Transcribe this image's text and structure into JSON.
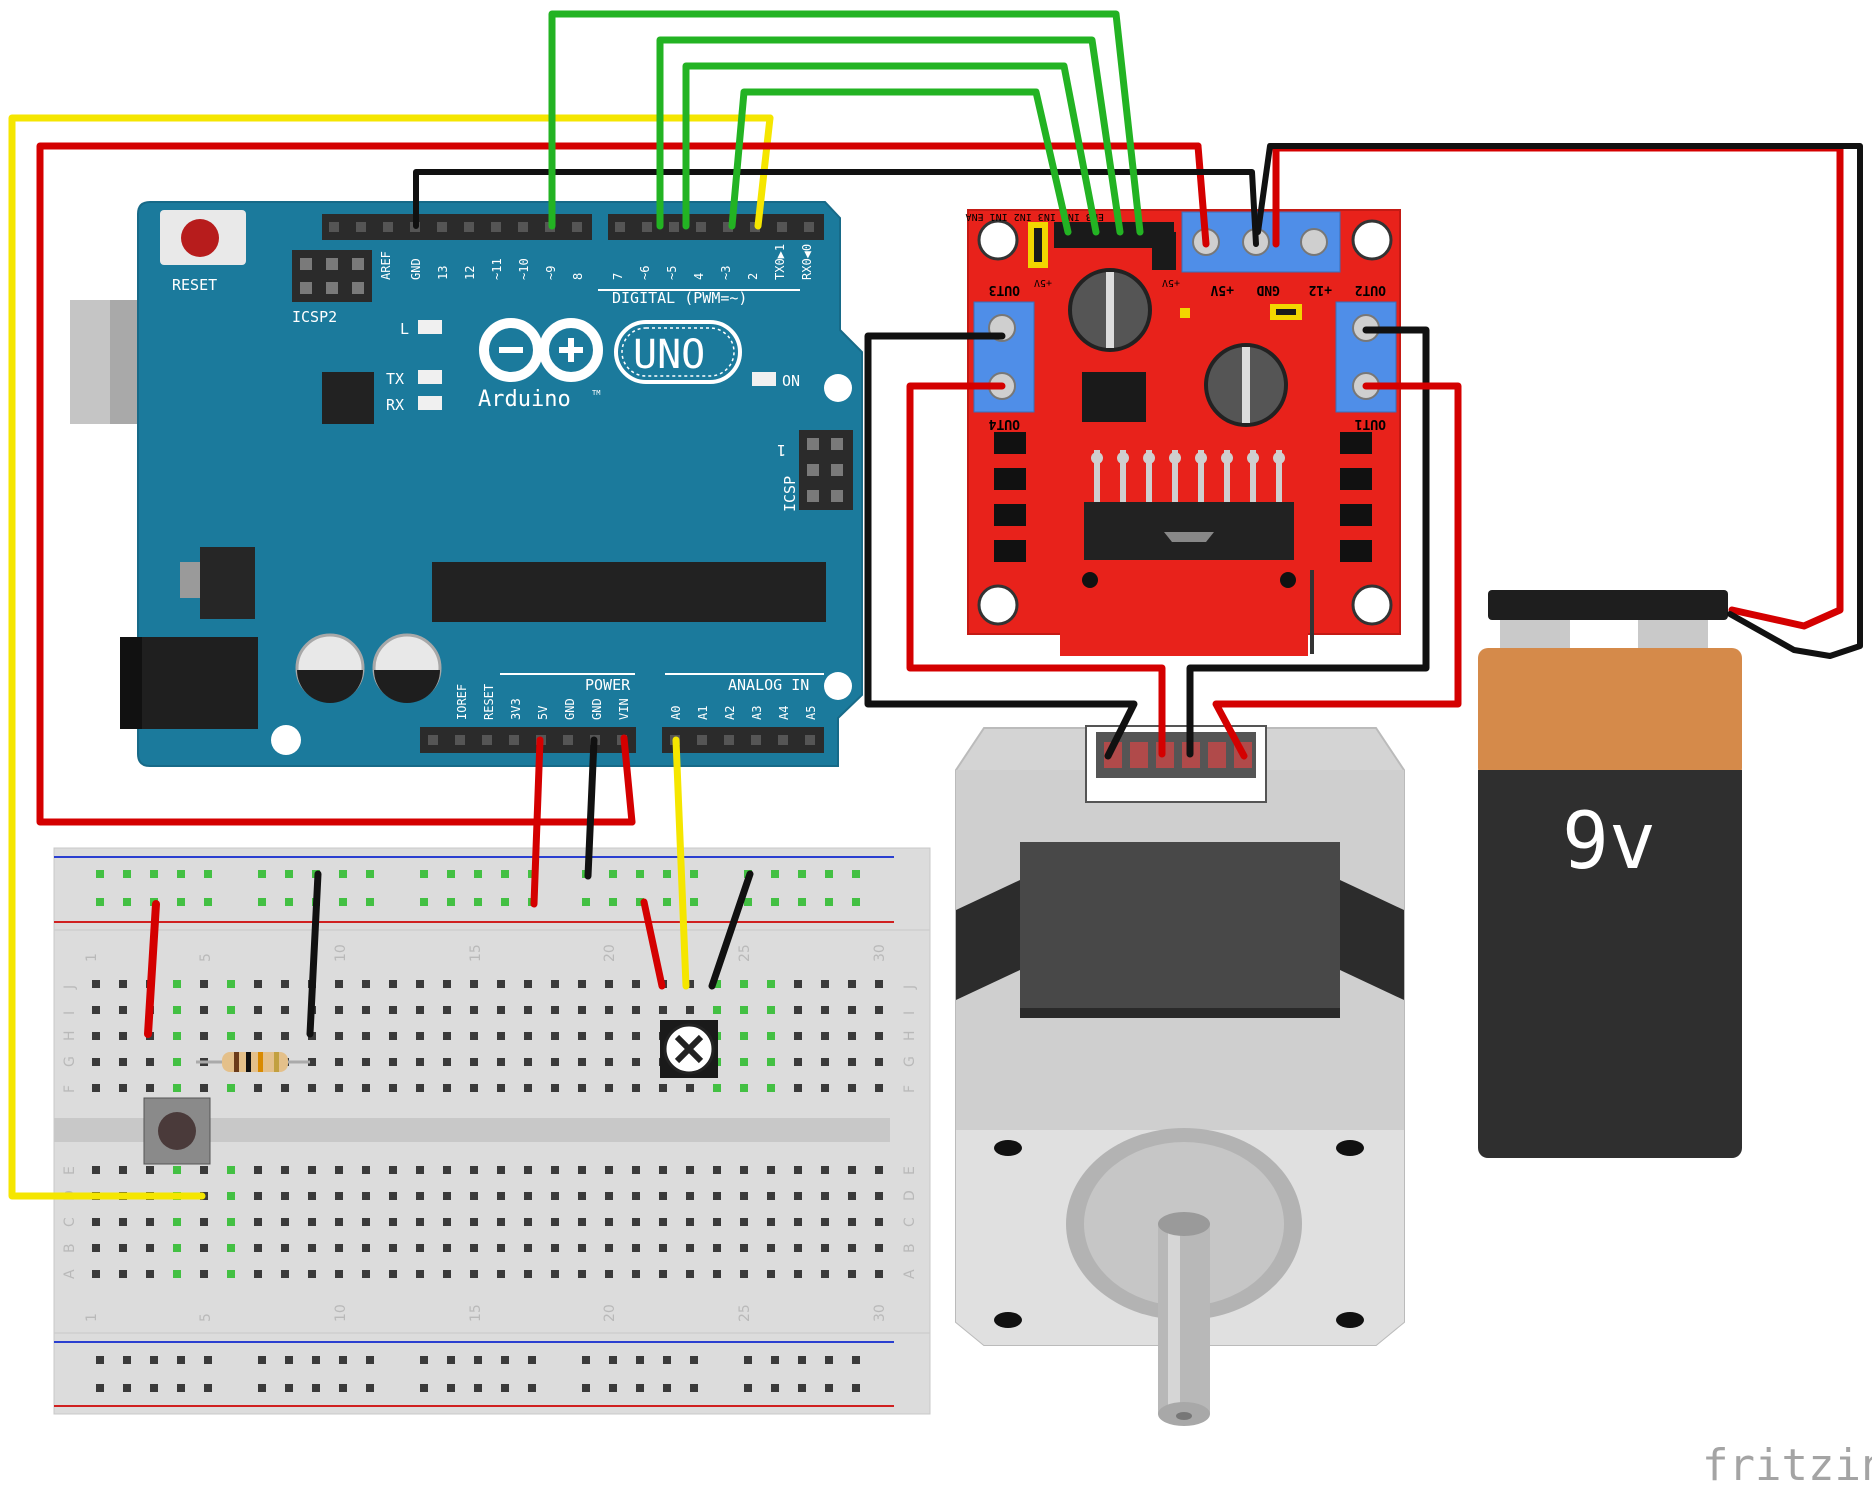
{
  "arduino": {
    "reset_label": "RESET",
    "icsp2_label": "ICSP2",
    "icsp_label": "ICSP",
    "icsp_pin1": "1",
    "aref": "AREF",
    "digital_pins": [
      "GND",
      "13",
      "12",
      "~11",
      "~10",
      "~9",
      "8",
      "7",
      "~6",
      "~5",
      "4",
      "~3",
      "2",
      "TX0▶1",
      "RX0◀0"
    ],
    "digital_label": "DIGITAL (PWM=~)",
    "led_l": "L",
    "led_tx": "TX",
    "led_rx": "RX",
    "led_on": "ON",
    "logo_uno": "UNO",
    "logo_arduino": "Arduino",
    "logo_tm": "TM",
    "power_pins": [
      "IOREF",
      "RESET",
      "3V3",
      "5V",
      "GND",
      "GND",
      "VIN"
    ],
    "power_label": "POWER",
    "analog_pins": [
      "A0",
      "A1",
      "A2",
      "A3",
      "A4",
      "A5"
    ],
    "analog_label": "ANALOG IN"
  },
  "driver": {
    "top_pins": "ENB IN4 IN3 IN2 IN1 ENA",
    "enb": "ENB",
    "ena": "ENA",
    "jumper_5v_left": "+5V",
    "jumper_5v_right": "+5V",
    "out3": "OUT3",
    "out4": "OUT4",
    "out2": "OUT2",
    "out1": "OUT1",
    "term_5v": "+5V",
    "term_gnd": "GND",
    "term_12": "+12"
  },
  "breadboard": {
    "columns": [
      "1",
      "5",
      "10",
      "15",
      "20",
      "25",
      "30"
    ],
    "rows_top": [
      "J",
      "I",
      "H",
      "G",
      "F"
    ],
    "rows_bottom": [
      "E",
      "D",
      "C",
      "B",
      "A"
    ]
  },
  "battery": {
    "label": "9v"
  },
  "watermark": "fritzing",
  "colors": {
    "arduino_board": "#1b7a9c",
    "driver_board": "#e8221b",
    "wire_red": "#d40000",
    "wire_black": "#111111",
    "wire_green": "#23b323",
    "wire_yellow": "#f5e600",
    "battery_top": "#d58a4a",
    "battery_body": "#2f2f2f"
  }
}
